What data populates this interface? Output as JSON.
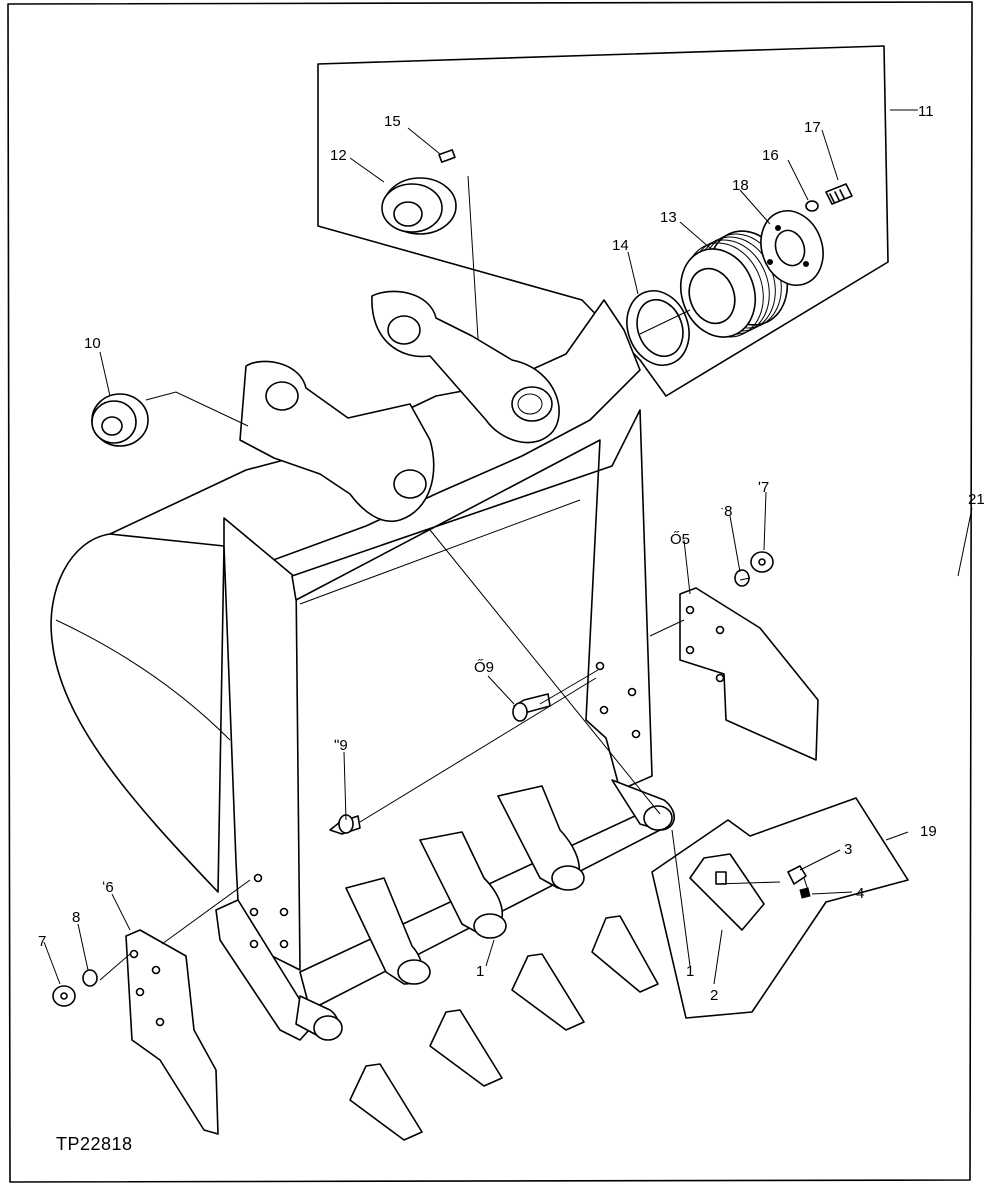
{
  "figure_code": "TP22818",
  "callouts": {
    "c1a": "1",
    "c1b": "1",
    "c2": "2",
    "c3": "3",
    "c4": "4",
    "c5": "Ő5",
    "c6": "ʻ6",
    "c7a": "7",
    "c7b": "ʹ7",
    "c8a": "8",
    "c8b": "ˑ8",
    "c9a": "Ő9",
    "c9b": "ʺ9",
    "c10": "10",
    "c11": "11",
    "c12": "12",
    "c13": "13",
    "c14": "14",
    "c15": "15",
    "c16": "16",
    "c17": "17",
    "c18": "18",
    "c19": "19",
    "c21": "21"
  }
}
